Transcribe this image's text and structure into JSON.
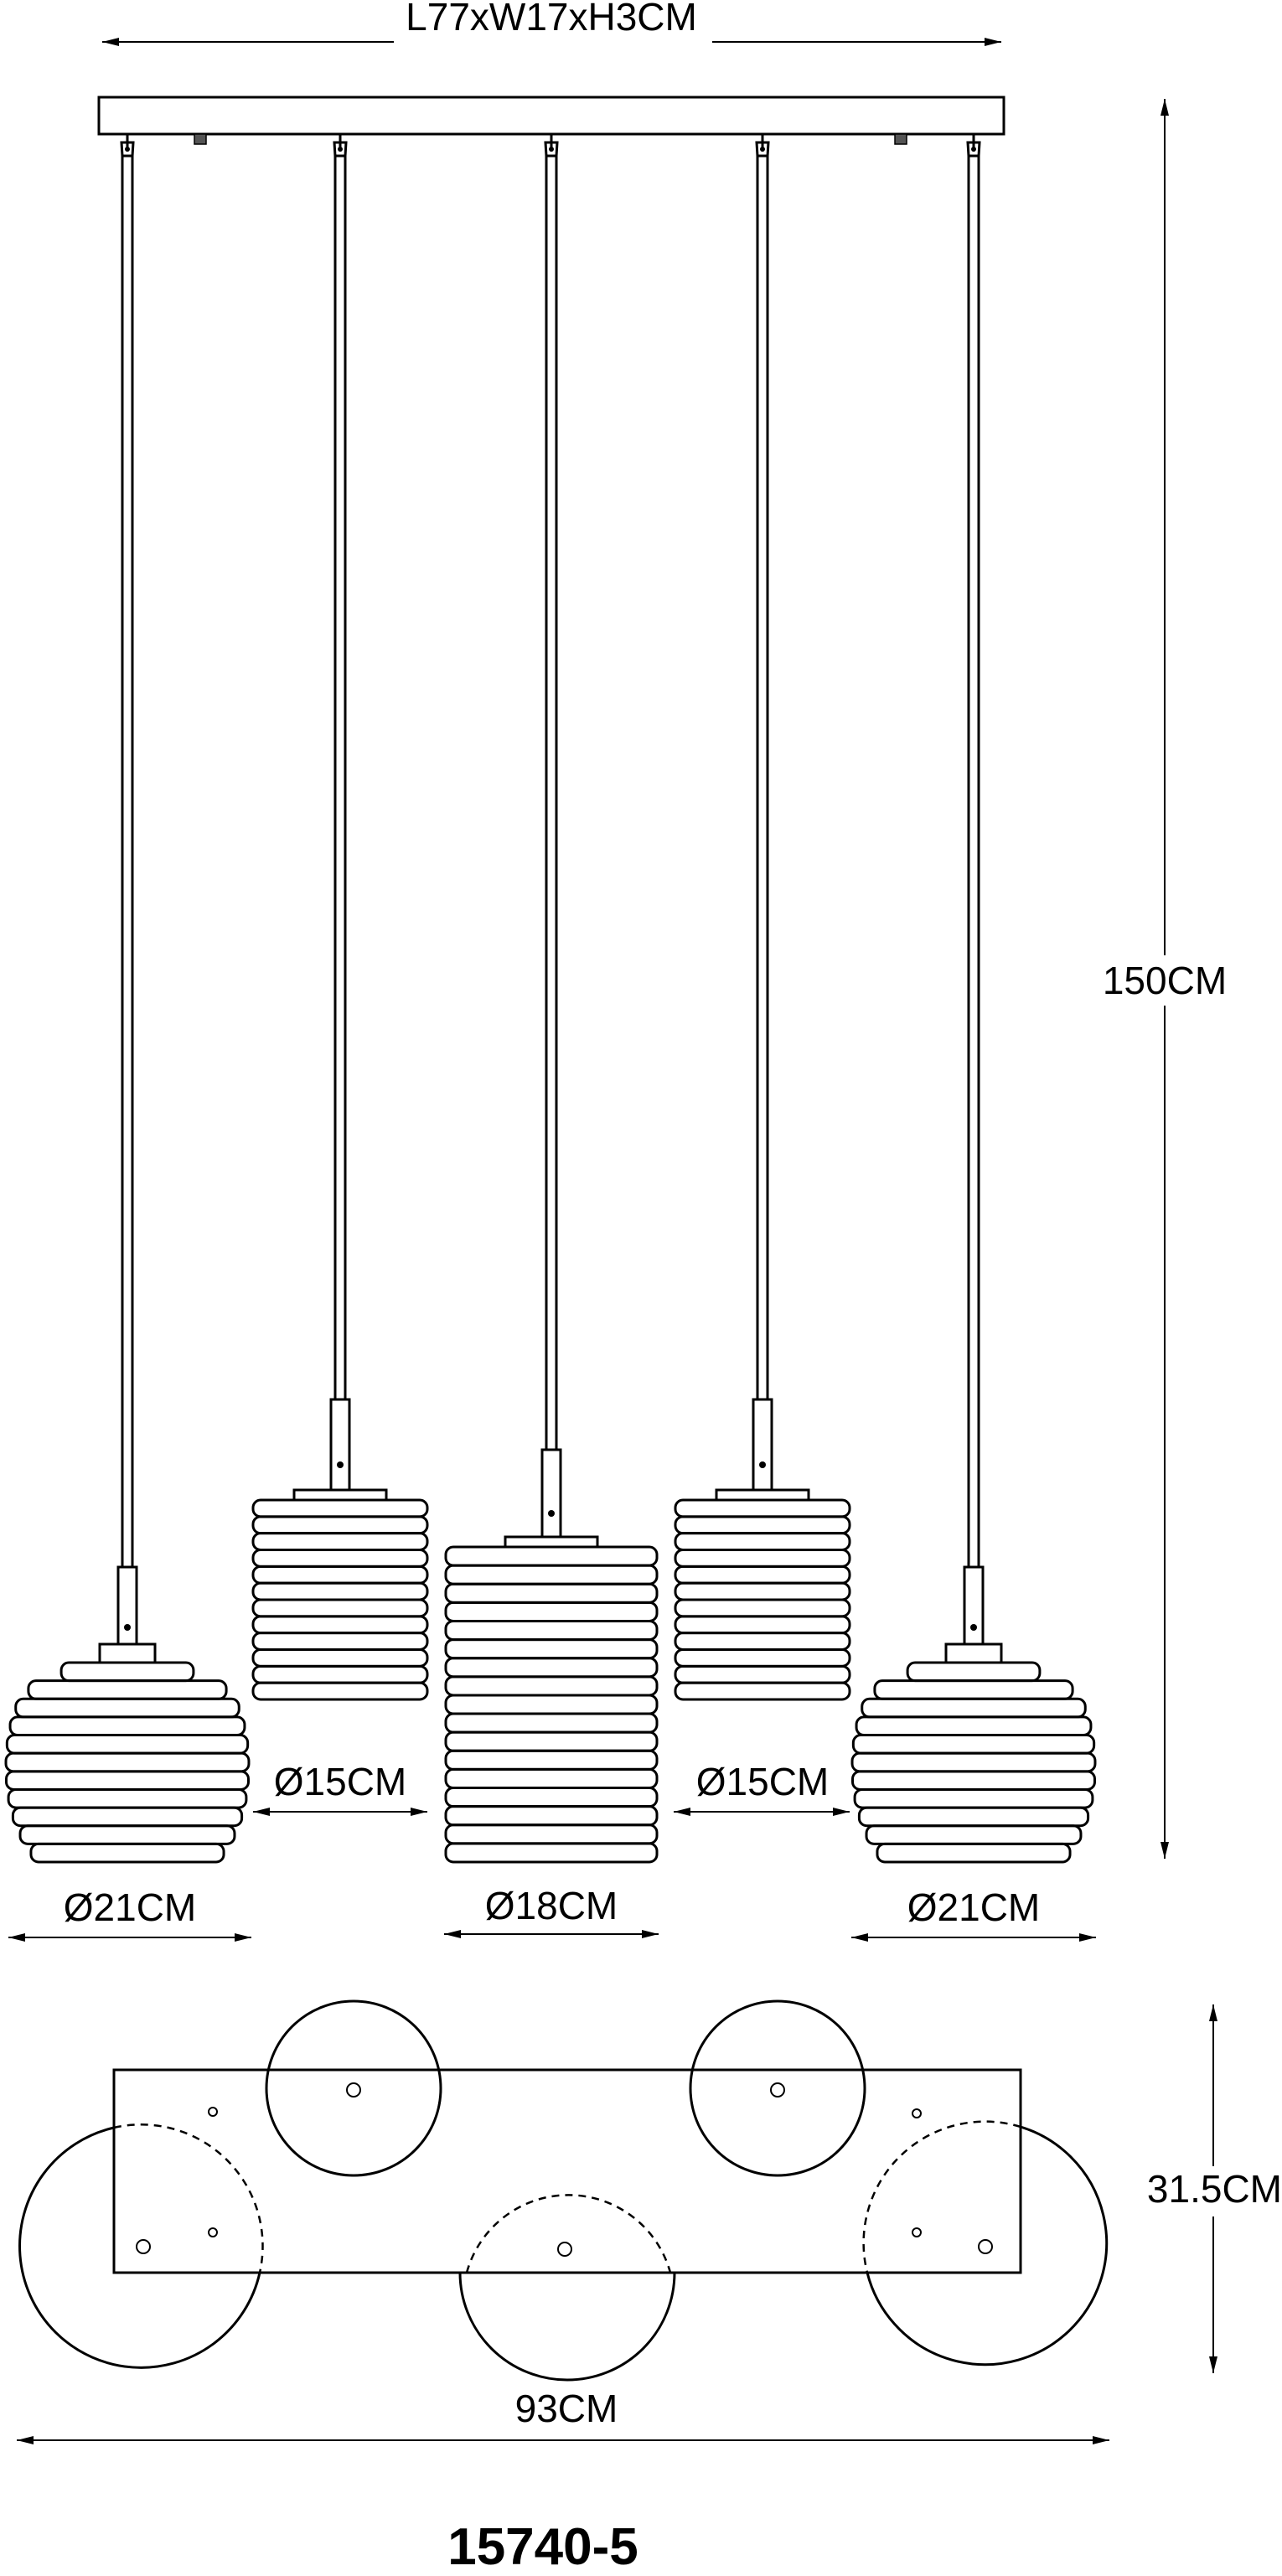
{
  "dimensions": {
    "canopy_size": "L77xW17xH3CM",
    "total_height": "150CM",
    "total_length": "93CM",
    "total_depth": "31.5CM"
  },
  "shades": {
    "left_outer": "Ø21CM",
    "left_inner": "Ø15CM",
    "center": "Ø18CM",
    "right_inner": "Ø15CM",
    "right_outer": "Ø21CM"
  },
  "model_number": "15740-5"
}
